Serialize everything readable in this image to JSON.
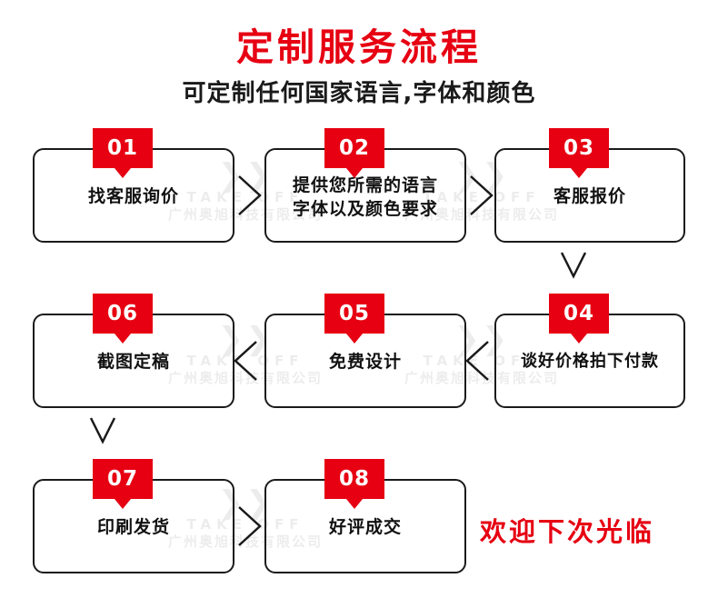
{
  "header": {
    "title": "定制服务流程",
    "subtitle": "可定制任何国家语言,字体和颜色",
    "title_color": "#e60012",
    "subtitle_color": "#1a1a1a"
  },
  "watermark": {
    "brand_en": "TAKE OFF",
    "brand_cn": "广州奥旭科技有限公司",
    "bird_glyph": "❯❯"
  },
  "steps": [
    {
      "number": "01",
      "label": "找客服询价"
    },
    {
      "number": "02",
      "label": "提供您所需的语言\n字体以及颜色要求",
      "line1": "提供您所需的语言",
      "line2": "字体以及颜色要求"
    },
    {
      "number": "03",
      "label": "客服报价"
    },
    {
      "number": "04",
      "label": "谈好价格拍下付款"
    },
    {
      "number": "05",
      "label": "免费设计"
    },
    {
      "number": "06",
      "label": "截图定稿"
    },
    {
      "number": "07",
      "label": "印刷发货"
    },
    {
      "number": "08",
      "label": "好评成交"
    }
  ],
  "footer": {
    "note": "欢迎下次光临",
    "note_color": "#e60012"
  },
  "colors": {
    "tag_red": "#e60012",
    "box_border": "#1a1a1a",
    "text": "#111111",
    "background": "#ffffff"
  }
}
